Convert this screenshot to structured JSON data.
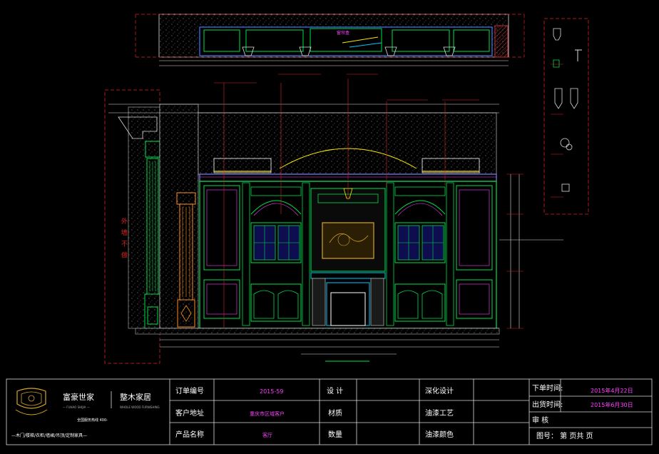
{
  "side_note": "外 墙 不 做",
  "section_label": "窗帘盒",
  "titleblock": {
    "brand_left": "富豪世家",
    "brand_right": "整木家居",
    "brand_sub_left": "— FUHAO SHIJIA —",
    "brand_sub_right": "WHOLE WOOD FURNISHING",
    "brand_phone": "全国服务热线 400-",
    "brand_footer": "—木门/楼梯/衣柜/墙裙/吊顶/定制家具—",
    "order_no_label": "订单编号",
    "order_no_value": "2015-59",
    "client_addr_label": "客户地址",
    "client_addr_value": "重庆市区域客户",
    "product_label": "产品名称",
    "product_value": "客厅",
    "design_label": "设  计",
    "material_label": "材质",
    "qty_label": "数量",
    "deepen_label": "深化设计",
    "paint_label": "油漆工艺",
    "paint_color_label": "油漆颜色",
    "order_time_label": "下单时间:",
    "order_time_value": "2015年4月22日",
    "ship_time_label": "出货时间:",
    "ship_time_value": "2015年6月30日",
    "review_label": "审    核",
    "sheet_label": "图号：    第  页共  页"
  }
}
